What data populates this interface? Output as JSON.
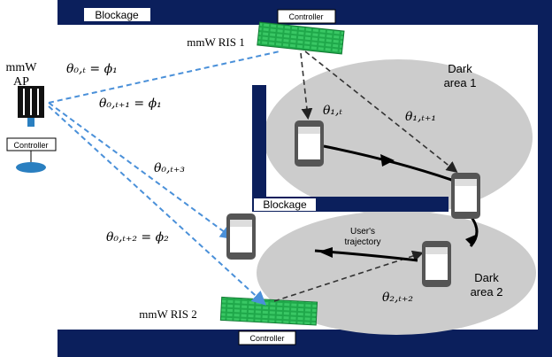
{
  "labels": {
    "blockage_top": "Blockage",
    "blockage_mid": "Blockage",
    "controller_ris1": "Controller",
    "controller_ap": "Controller",
    "controller_ris2": "Controller",
    "ris1": "mmW RIS 1",
    "ris2": "mmW RIS 2",
    "ap_line1": "mmW",
    "ap_line2": "AP",
    "dark1_line1": "Dark",
    "dark1_line2": "area 1",
    "dark2_line1": "Dark",
    "dark2_line2": "area 2",
    "traj_line1": "User's",
    "traj_line2": "trajectory"
  },
  "angles": {
    "a1": "θ₀,ₜ = ϕ₁",
    "a2": "θ₀,ₜ₊₁ = ϕ₁",
    "a3": "θ₀,ₜ₊₃",
    "a4": "θ₀,ₜ₊₂ = ϕ₂",
    "a5": "θ₁,ₜ",
    "a6": "θ₁,ₜ₊₁",
    "a7": "θ₂,ₜ₊₂"
  },
  "colors": {
    "wall": "#0b1f5c",
    "area": "#cccccc",
    "ris": "#1fa84a",
    "ap_link": "#4a90d9",
    "ris_link": "#333333",
    "ap_base": "#2a7fc0"
  }
}
